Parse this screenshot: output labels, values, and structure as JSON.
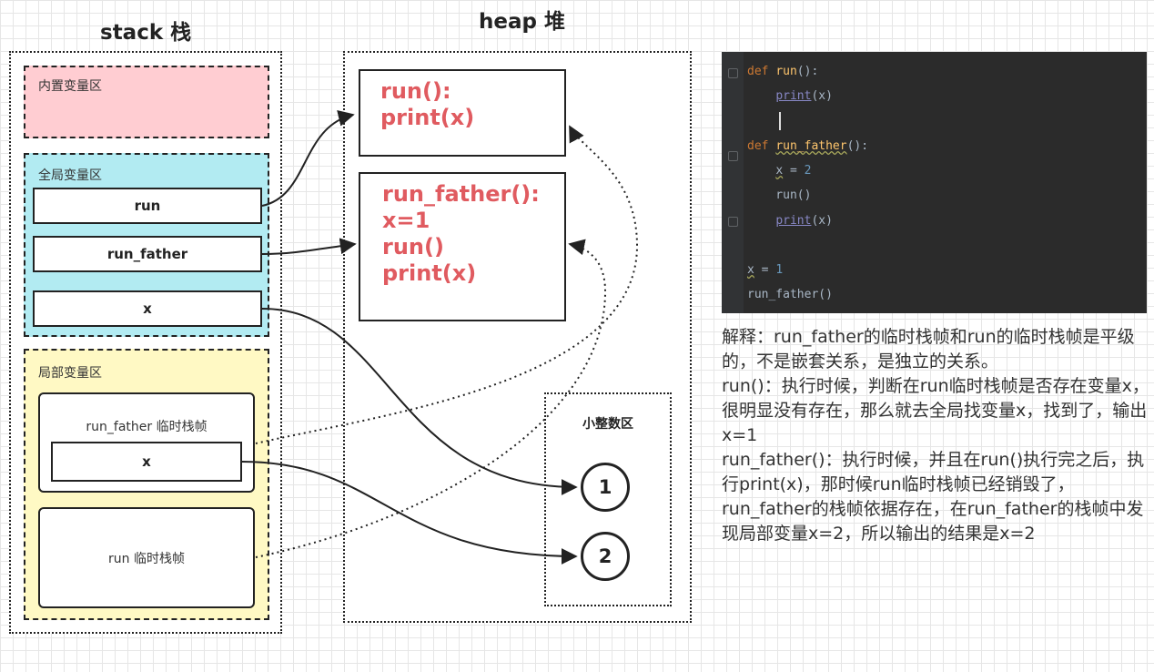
{
  "titles": {
    "stack": "stack 栈",
    "heap": "heap 堆"
  },
  "stack": {
    "builtin_area": {
      "label": "内置变量区"
    },
    "global_area": {
      "label": "全局变量区",
      "cells": [
        "run",
        "run_father",
        "x"
      ]
    },
    "local_area": {
      "label": "局部变量区",
      "frames": [
        {
          "label": "run_father 临时栈帧",
          "cell": "x"
        },
        {
          "label": "run 临时栈帧"
        }
      ]
    }
  },
  "heap": {
    "run_box": [
      "run():",
      "print(x)"
    ],
    "run_father_box": [
      "run_father():",
      "x=1",
      "run()",
      "print(x)"
    ],
    "small_int_pool": {
      "label": "小整数区",
      "values": [
        "1",
        "2"
      ]
    }
  },
  "code": {
    "lines": [
      [
        [
          "kw",
          "def "
        ],
        [
          "fn",
          "run"
        ],
        [
          "t",
          "():"
        ]
      ],
      [
        [
          "t",
          "    "
        ],
        [
          "bi",
          "print"
        ],
        [
          "t",
          "(x)"
        ]
      ],
      [],
      [
        [
          "kw",
          "def "
        ],
        [
          "fnw",
          "run_father"
        ],
        [
          "t",
          "():"
        ]
      ],
      [
        [
          "t",
          "    "
        ],
        [
          "w",
          "x"
        ],
        [
          "t",
          " = "
        ],
        [
          "num",
          "2"
        ]
      ],
      [
        [
          "t",
          "    run()"
        ]
      ],
      [
        [
          "t",
          "    "
        ],
        [
          "bi",
          "print"
        ],
        [
          "t",
          "(x)"
        ]
      ],
      [],
      [
        [
          "w",
          "x"
        ],
        [
          "t",
          " = "
        ],
        [
          "num",
          "1"
        ]
      ],
      [
        [
          "t",
          "run_father()"
        ]
      ]
    ]
  },
  "explanation": [
    "解释：run_father的临时栈帧和run的临时栈帧是平级的，不是嵌套关系，是独立的关系。",
    "run()：执行时候，判断在run临时栈帧是否存在变量x，很明显没有存在，那么就去全局找变量x，找到了，输出x=1",
    "run_father()：执行时候，并且在run()执行完之后，执行print(x)，那时候run临时栈帧已经销毁了，run_father的栈帧依据存在，在run_father的栈帧中发现局部变量x=2，所以输出的结果是x=2"
  ],
  "colors": {
    "builtin_fill": "#ffcdd2",
    "global_fill": "#b2ebf2",
    "local_fill": "#fff9c4",
    "heap_text": "#e05b60",
    "code_bg": "#2b2b2b"
  }
}
